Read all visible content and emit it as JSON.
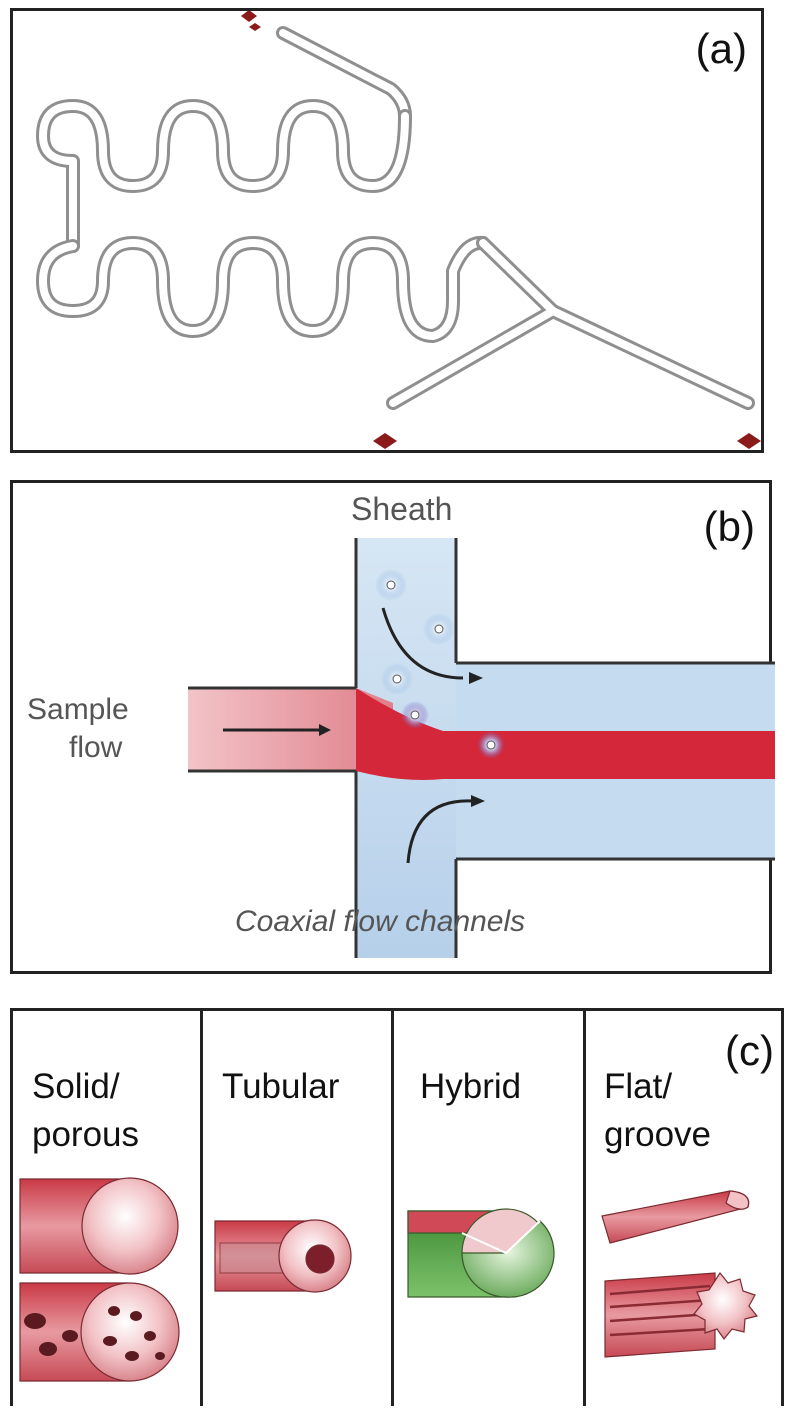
{
  "panel_a": {
    "label": "(a)"
  },
  "panel_b": {
    "label": "(b)",
    "sheath_label": "Sheath",
    "sample_label_line1": "Sample",
    "sample_label_line2": "flow",
    "caption": "Coaxial flow channels"
  },
  "panel_c": {
    "label": "(c)",
    "cells": [
      {
        "line1": "Solid/",
        "line2": "porous"
      },
      {
        "line1": "Tubular",
        "line2": ""
      },
      {
        "line1": "Hybrid",
        "line2": ""
      },
      {
        "line1": "Flat/",
        "line2": "groove"
      }
    ]
  },
  "colors": {
    "border": "#222222",
    "channel": "#9a9a9a",
    "port_marker": "#8b1a1a",
    "sheath_fluid": "#bcd6ee",
    "sample_fluid": "#e9a0a8",
    "core_stream": "#d4283a",
    "fiber_red": "#d96a70",
    "fiber_green": "#5aa04a"
  }
}
